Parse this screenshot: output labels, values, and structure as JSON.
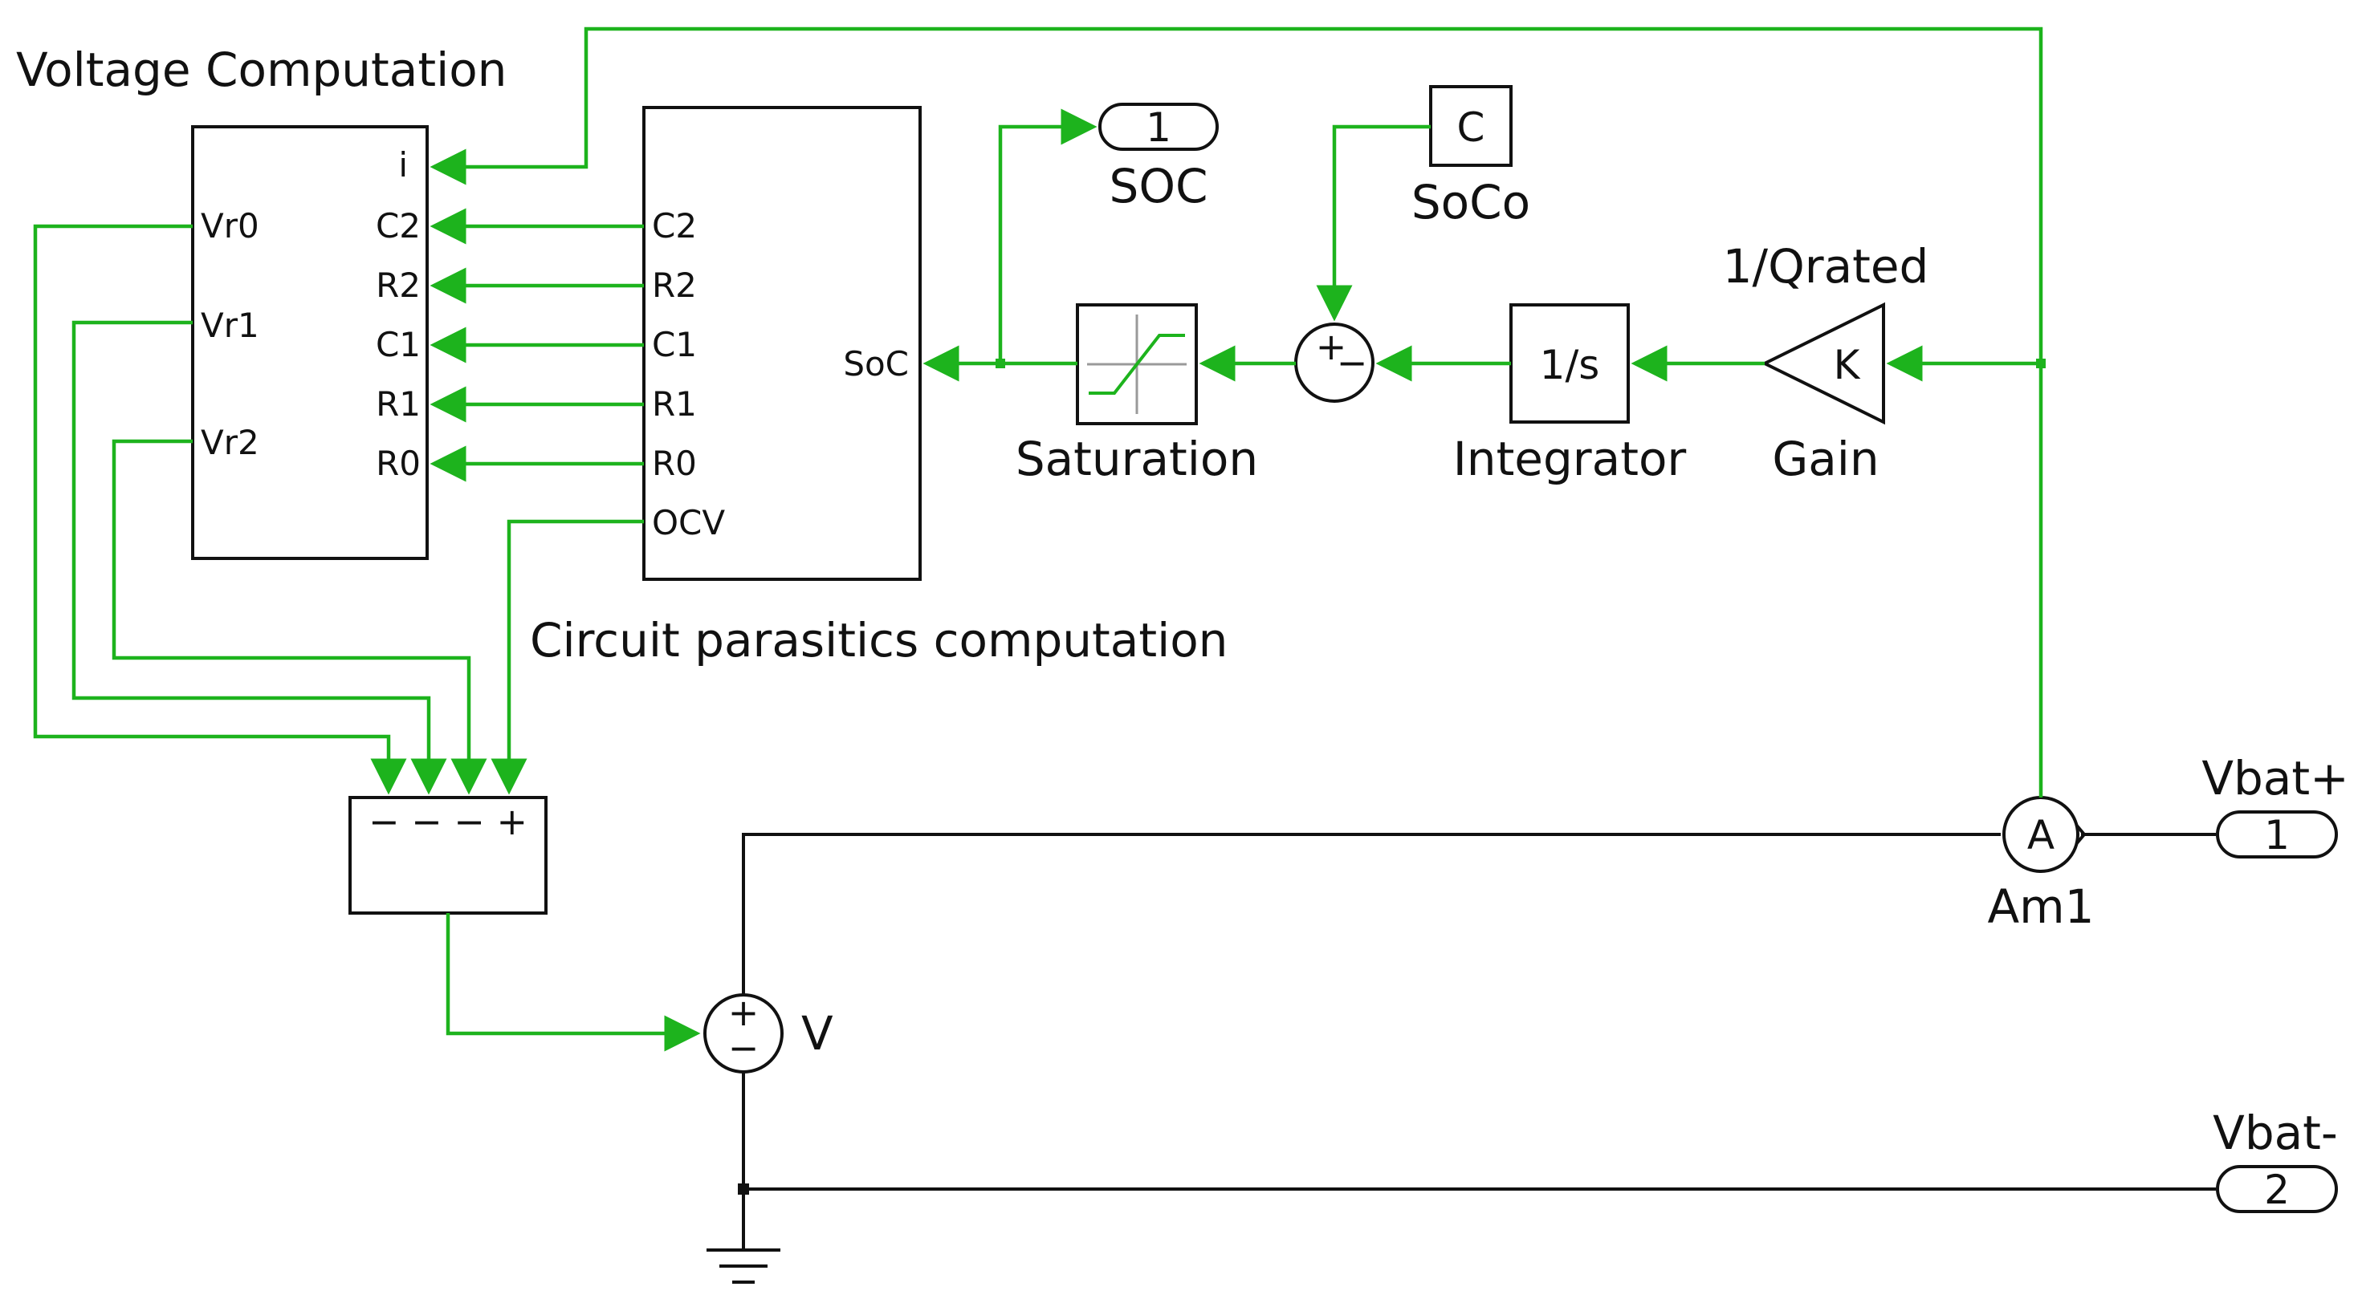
{
  "colors": {
    "signal": "#1db31d",
    "block": "#111111",
    "background": "#ffffff"
  },
  "voltage_block": {
    "title": "Voltage Computation",
    "inputs": [
      "i",
      "C2",
      "R2",
      "C1",
      "R1",
      "R0"
    ],
    "outputs": [
      "Vr0",
      "Vr1",
      "Vr2"
    ]
  },
  "parasitics_block": {
    "title": "Circuit parasitics computation",
    "outputs": [
      "C2",
      "R2",
      "C1",
      "R1",
      "R0",
      "OCV"
    ],
    "input": "SoC"
  },
  "soc_port": {
    "number": "1",
    "label": "SOC"
  },
  "constant": {
    "value": "C",
    "label": "SoCo"
  },
  "sum": {
    "plus": "+",
    "minus": "−"
  },
  "saturation": {
    "label": "Saturation"
  },
  "integrator": {
    "value": "1/s",
    "label": "Integrator"
  },
  "gain": {
    "value": "K",
    "label": "Gain",
    "param": "1/Qrated"
  },
  "summer": {
    "signs": "− − − +"
  },
  "voltage_source": {
    "label": "V",
    "plus": "+",
    "minus": "−"
  },
  "ammeter": {
    "symbol": "A",
    "label": "Am1"
  },
  "vbat_plus": {
    "label": "Vbat+",
    "number": "1"
  },
  "vbat_minus": {
    "label": "Vbat-",
    "number": "2"
  }
}
